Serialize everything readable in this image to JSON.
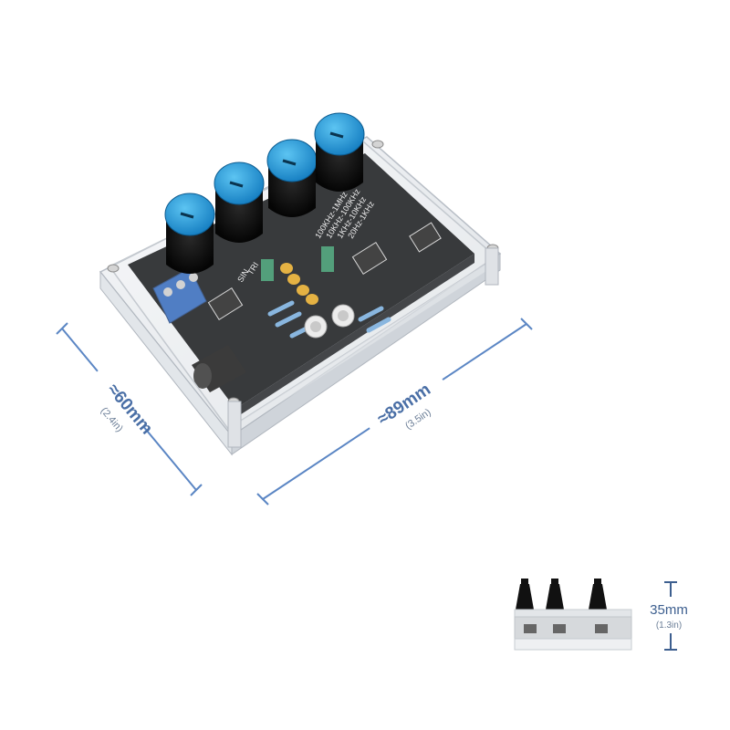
{
  "product": {
    "board_markings": {
      "freq_ranges": [
        "20Hz-1KHz",
        "1KHz-10KHz",
        "10KHz-100KHz",
        "100KHz-1MHz"
      ],
      "wave_labels": [
        "SIN",
        "TRI"
      ]
    }
  },
  "dimensions": {
    "height": {
      "value": "≈60mm",
      "imperial": "(2.4in)"
    },
    "width": {
      "value": "≈89mm",
      "imperial": "(3.5in)"
    },
    "depth": {
      "value": "35mm",
      "imperial": "(1.3in)"
    }
  },
  "colors": {
    "dimension_line": "#5b86c4",
    "knob_cap": "#1a8fd0",
    "pcb": "#0d0f12",
    "terminal": "#2a62b8",
    "jumper": "#2e8a5e"
  },
  "icons": [
    "dimension-arrow-icon",
    "knob-icon"
  ]
}
